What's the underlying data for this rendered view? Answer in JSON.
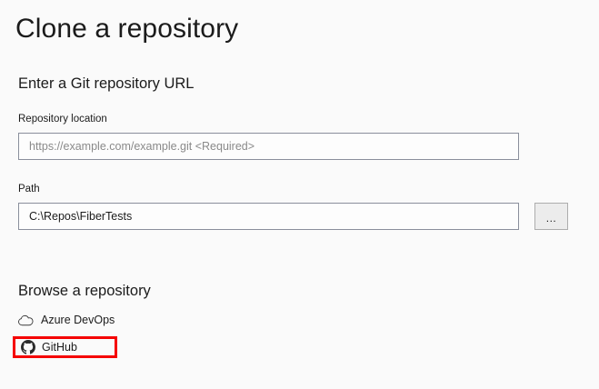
{
  "window": {
    "title": "Clone a repository",
    "background_color": "#fafafa"
  },
  "url_section": {
    "heading": "Enter a Git repository URL",
    "repository_location": {
      "label": "Repository location",
      "value": "",
      "placeholder": "https://example.com/example.git <Required>"
    },
    "path": {
      "label": "Path",
      "value": "C:\\Repos\\FiberTests",
      "placeholder": "",
      "browse_button_label": "..."
    }
  },
  "browse_section": {
    "heading": "Browse a repository",
    "providers": [
      {
        "label": "Azure DevOps",
        "icon": "cloud-icon",
        "highlighted": false
      },
      {
        "label": "GitHub",
        "icon": "github-icon",
        "highlighted": true
      }
    ]
  },
  "annotation": {
    "highlight_color": "#f50000",
    "highlight_target": "GitHub"
  }
}
